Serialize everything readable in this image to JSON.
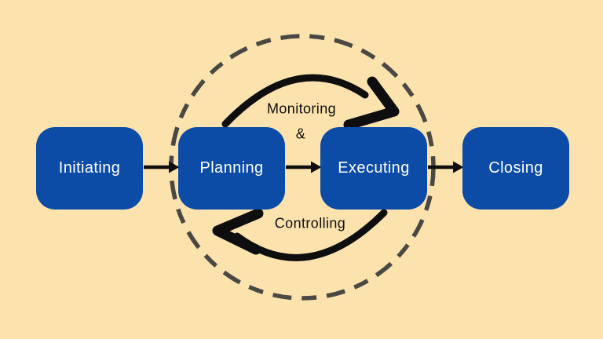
{
  "stages": [
    {
      "label": "Initiating"
    },
    {
      "label": "Planning"
    },
    {
      "label": "Executing"
    },
    {
      "label": "Closing"
    }
  ],
  "cycle": {
    "top_label": "Monitoring",
    "ampersand": "&",
    "bottom_label": "Controlling"
  },
  "colors": {
    "background": "#FCE3AE",
    "box_fill": "#0C4CA6",
    "box_text": "#FFFFFF",
    "circle_stroke": "#4A4843",
    "arrow": "#0E0E0E"
  }
}
